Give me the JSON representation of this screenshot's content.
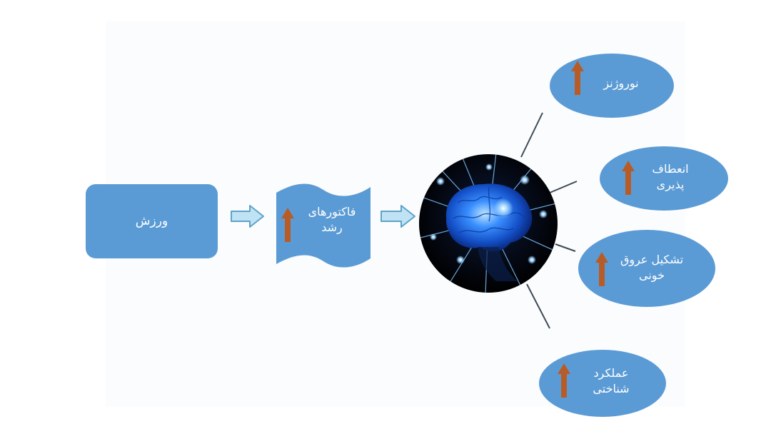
{
  "diagram": {
    "source_box": {
      "label": "ورزش"
    },
    "growth_factors": {
      "line1": "فاکتورهای",
      "line2": "رشد"
    },
    "outcomes": [
      {
        "line1": "نوروژنز",
        "line2": ""
      },
      {
        "line1": "انعطاف",
        "line2": "پذیری"
      },
      {
        "line1": "تشکیل عروق",
        "line2": "خونی"
      },
      {
        "line1": "عملکرد",
        "line2": "شناختی"
      }
    ]
  },
  "colors": {
    "shape_fill": "#5b9bd5",
    "up_arrow": "#b85c27",
    "flow_arrow_fill": "#bfe3f5",
    "flow_arrow_stroke": "#5ea3c6",
    "spoke": "#3e4a55"
  },
  "icons": {
    "increase": "up-arrow-icon",
    "flow": "block-arrow-right-icon",
    "brain": "glowing-brain-network-image"
  }
}
